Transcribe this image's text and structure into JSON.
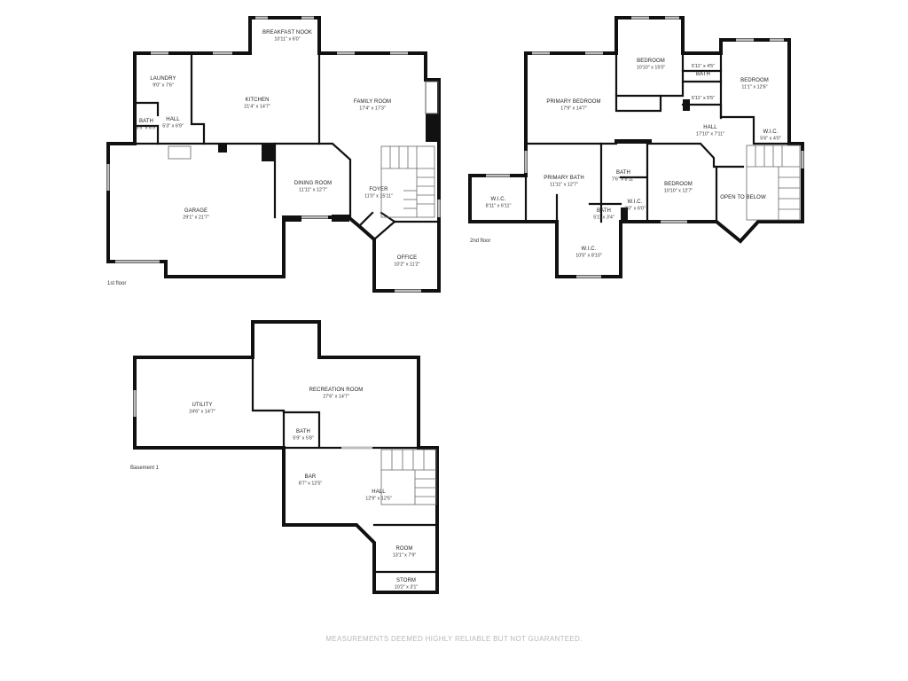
{
  "floors": [
    {
      "id": "first",
      "label": "1st floor"
    },
    {
      "id": "second",
      "label": "2nd floor"
    },
    {
      "id": "basement",
      "label": "Basement 1"
    }
  ],
  "rooms": {
    "breakfast_nook": {
      "name": "BREAKFAST NOOK",
      "dim": "10'11\" x 6'0\""
    },
    "laundry": {
      "name": "LAUNDRY",
      "dim": "9'0\" x 7'6\""
    },
    "kitchen": {
      "name": "KITCHEN",
      "dim": "21'4\" x 14'7\""
    },
    "family_room": {
      "name": "FAMILY ROOM",
      "dim": "17'4\" x 17'3\""
    },
    "bath_1": {
      "name": "BATH",
      "dim": "5'5\" x 6'9\""
    },
    "hall_1": {
      "name": "HALL",
      "dim": "5'3\" x 6'9\""
    },
    "garage": {
      "name": "GARAGE",
      "dim": "29'1\" x 21'7\""
    },
    "dining_room": {
      "name": "DINING ROOM",
      "dim": "11'11\" x 12'7\""
    },
    "foyer": {
      "name": "FOYER",
      "dim": "11'0\" x 15'11\""
    },
    "office": {
      "name": "OFFICE",
      "dim": "10'2\" x 11'2\""
    },
    "bedroom_a": {
      "name": "BEDROOM",
      "dim": "10'10\" x 15'0\""
    },
    "closet_a": {
      "name": "",
      "dim": "5'11\" x 4'5\""
    },
    "bath_2a": {
      "name": "BATH",
      "dim": ""
    },
    "closet_b": {
      "name": "",
      "dim": "5'11\" x 5'5\""
    },
    "bedroom_b": {
      "name": "BEDROOM",
      "dim": "11'1\" x 12'6\""
    },
    "primary_bedroom": {
      "name": "PRIMARY BEDROOM",
      "dim": "17'9\" x 14'7\""
    },
    "hall_2": {
      "name": "HALL",
      "dim": "17'10\" x 7'11\""
    },
    "wic_small": {
      "name": "W.I.C.",
      "dim": "5'6\" x 4'0\""
    },
    "primary_bath": {
      "name": "PRIMARY BATH",
      "dim": "11'11\" x 12'7\""
    },
    "bath_2b": {
      "name": "BATH",
      "dim": "7'6\" x 8'11\""
    },
    "bedroom_c": {
      "name": "BEDROOM",
      "dim": "10'10\" x 12'7\""
    },
    "open_below": {
      "name": "OPEN TO BELOW",
      "dim": ""
    },
    "wic_left": {
      "name": "W.I.C.",
      "dim": "8'11\" x 6'11\""
    },
    "bath_2c": {
      "name": "BATH",
      "dim": "5'1\" x 3'4\""
    },
    "wic_mid": {
      "name": "W.I.C.",
      "dim": "2'0\" x 6'0\""
    },
    "wic_bottom": {
      "name": "W.I.C.",
      "dim": "10'5\" x 8'10\""
    },
    "utility": {
      "name": "UTILITY",
      "dim": "24'6\" x 14'7\""
    },
    "recreation": {
      "name": "RECREATION ROOM",
      "dim": "27'6\" x 14'7\""
    },
    "bath_b": {
      "name": "BATH",
      "dim": "5'9\" x 5'8\""
    },
    "bar": {
      "name": "BAR",
      "dim": "8'7\" x 12'5\""
    },
    "hall_b": {
      "name": "HALL",
      "dim": "12'9\" x 12'5\""
    },
    "room_b": {
      "name": "ROOM",
      "dim": "13'1\" x 7'9\""
    },
    "storm": {
      "name": "STORM",
      "dim": "10'2\" x 3'1\""
    }
  },
  "disclaimer": "MEASUREMENTS DEEMED HIGHLY RELIABLE BUT NOT GUARANTEED."
}
